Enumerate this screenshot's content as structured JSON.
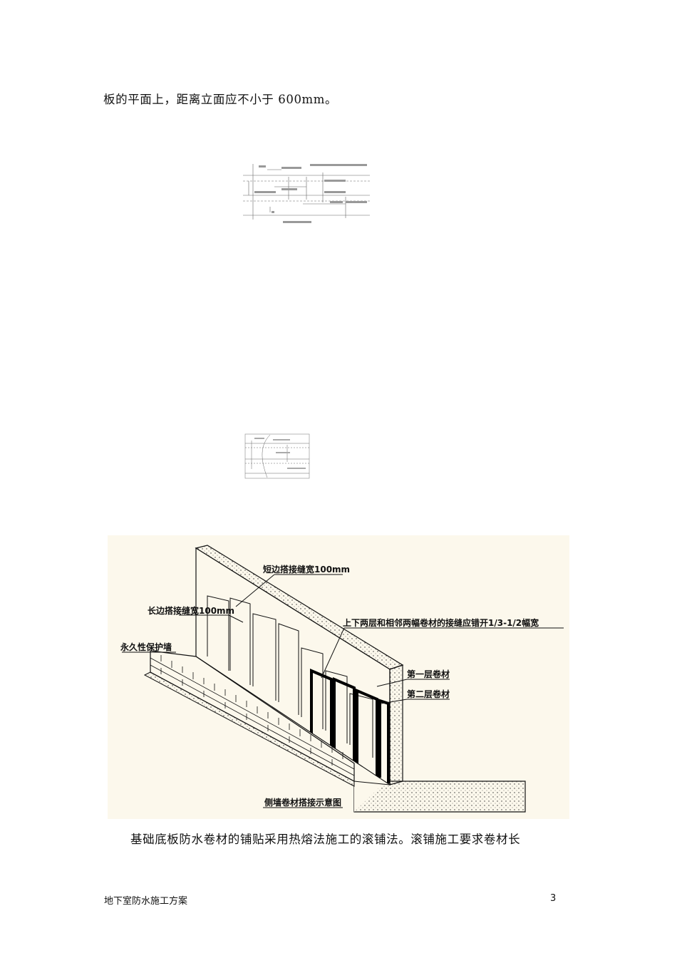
{
  "body": {
    "line_top": "板的平面上，距离立面应不小于 600mm。",
    "line_bottom": "基础底板防水卷材的铺贴采用热熔法施工的滚铺法。滚铺施工要求卷材长"
  },
  "figure": {
    "label_short_overlap": "短边搭接缝宽100mm",
    "label_long_overlap": "长边搭接缝宽100mm",
    "label_joint_stagger": "上下两层和相邻两幅卷材的接缝应错开1/3-1/2幅宽",
    "label_protect_wall": "永久性保护墙",
    "label_layer1": "第一层卷材",
    "label_layer2": "第二层卷材",
    "caption": "侧墙卷材搭接示意图"
  },
  "footer": {
    "title": "地下室防水施工方案",
    "page_number": "3"
  }
}
